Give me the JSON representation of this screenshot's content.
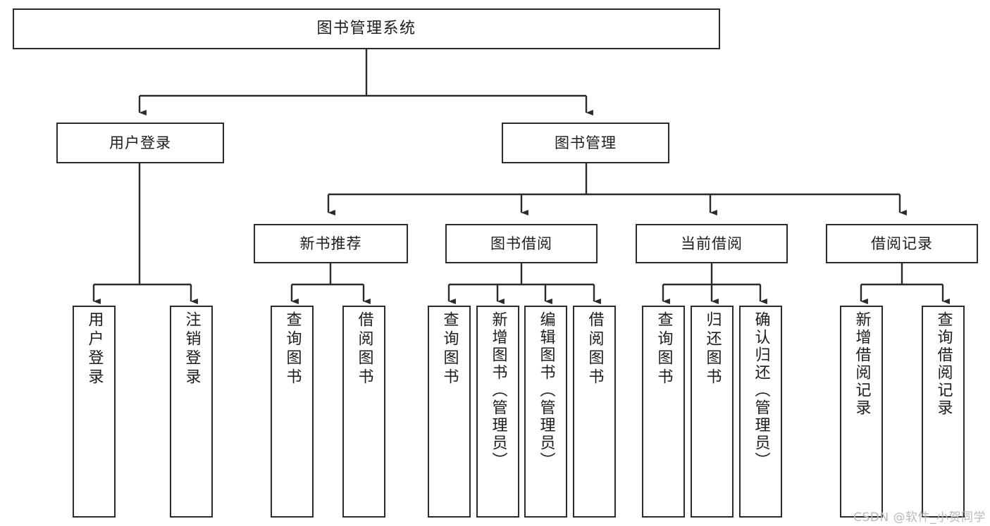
{
  "diagram": {
    "title": "图书管理系统",
    "type": "tree-hierarchy",
    "watermark": "CSDN @软件_小贺同学",
    "colors": {
      "border": "#2b2b2b",
      "text": "#1c1c1c",
      "background": "#ffffff",
      "connector": "#2b2b2b",
      "watermark": "#b9b9b9"
    },
    "nodes": {
      "root": {
        "label": "图书管理系统"
      },
      "level2": [
        {
          "label": "用户登录"
        },
        {
          "label": "图书管理"
        }
      ],
      "level3": [
        {
          "label": "新书推荐"
        },
        {
          "label": "图书借阅"
        },
        {
          "label": "当前借阅"
        },
        {
          "label": "借阅记录"
        }
      ],
      "leaves": {
        "user_login": [
          {
            "label": "用户登录"
          },
          {
            "label": "注销登录"
          }
        ],
        "new_book_recommend": [
          {
            "label": "查询图书"
          },
          {
            "label": "借阅图书"
          }
        ],
        "book_borrow": [
          {
            "label": "查询图书"
          },
          {
            "label": "新增图书（管理员）"
          },
          {
            "label": "编辑图书（管理员）"
          },
          {
            "label": "借阅图书"
          }
        ],
        "current_borrow": [
          {
            "label": "查询图书"
          },
          {
            "label": "归还图书"
          },
          {
            "label": "确认归还（管理员）"
          }
        ],
        "borrow_record": [
          {
            "label": "新增借阅记录"
          },
          {
            "label": "查询借阅记录"
          }
        ]
      }
    }
  }
}
